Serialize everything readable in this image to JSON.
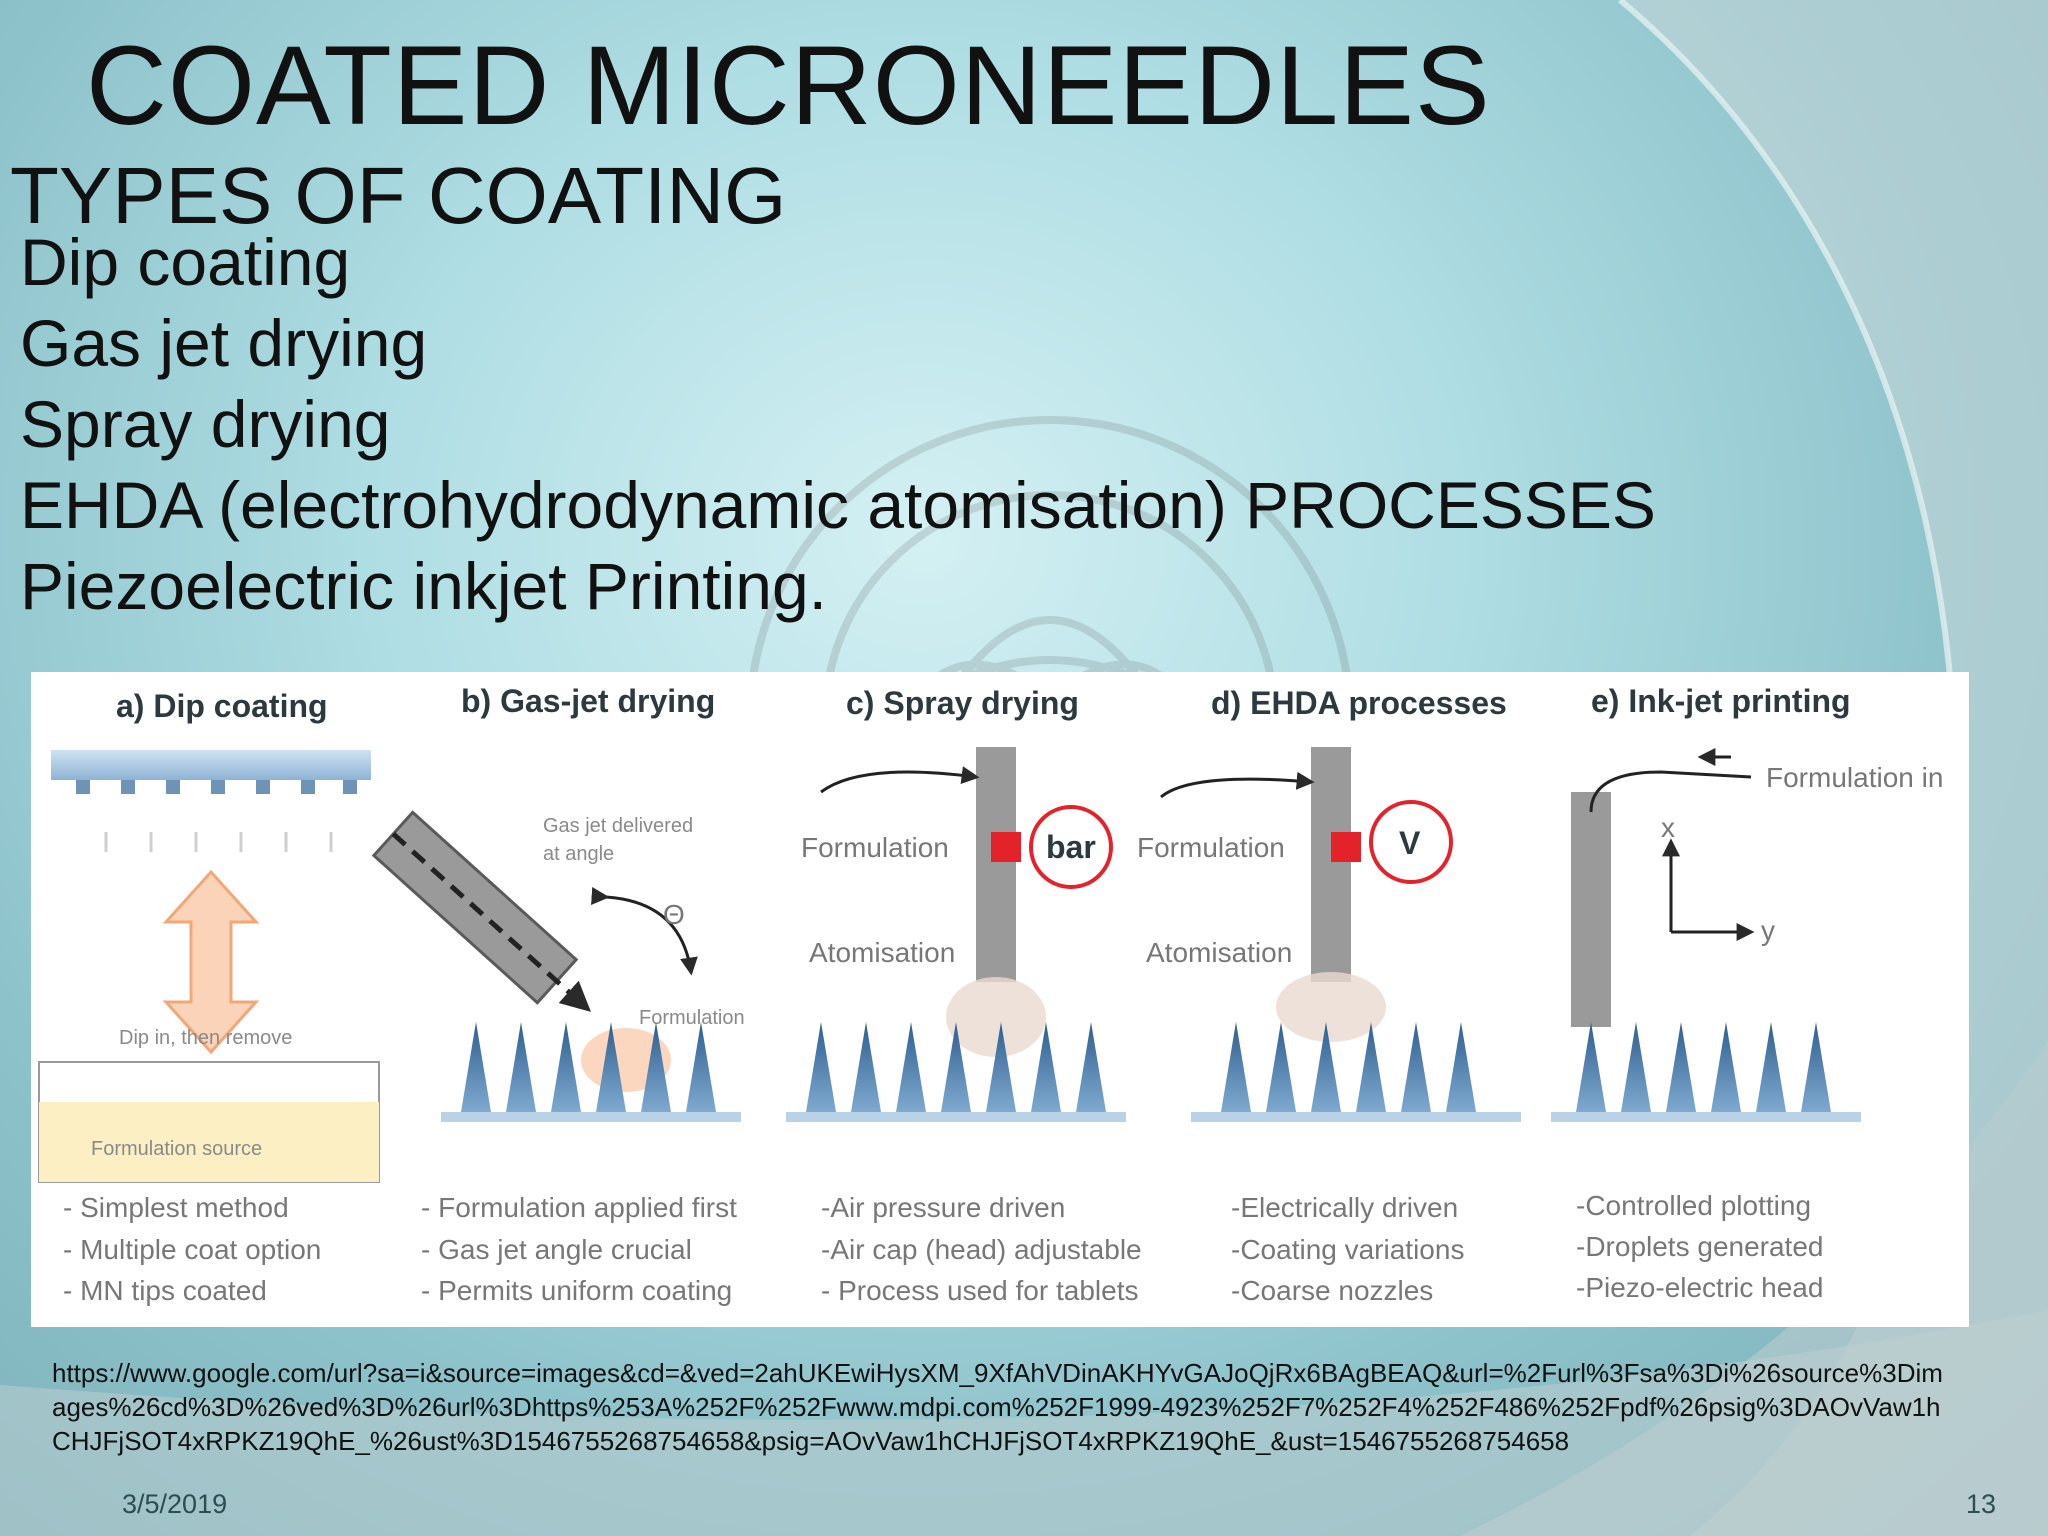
{
  "slide": {
    "title": "COATED MICRONEEDLES",
    "subtitle": "TYPES OF COATING",
    "bullets": [
      "Dip coating",
      "Gas jet drying",
      "Spray drying",
      "EHDA (electrohydrodynamic atomisation) PROCESSES",
      "Piezoelectric inkjet Printing."
    ],
    "source_url": "https://www.google.com/url?sa=i&source=images&cd=&ved=2ahUKEwiHysXM_9XfAhVDinAKHYvGAJoQjRx6BAgBEAQ&url=%2Furl%3Fsa%3Di%26source%3Dimages%26cd%3D%26ved%3D%26url%3Dhttps%253A%252F%252Fwww.mdpi.com%252F1999-4923%252F7%252F4%252F486%252Fpdf%26psig%3DAOvVaw1hCHJFjSOT4xRPKZ19QhE_%26ust%3D1546755268754658&psig=AOvVaw1hCHJFjSOT4xRPKZ19QhE_&ust=1546755268754658",
    "date": "3/5/2019",
    "page_number": "13"
  },
  "figure": {
    "panels": [
      {
        "title": "a) Dip coating",
        "notes": [
          "- Simplest method",
          "- Multiple coat option",
          "- MN tips coated"
        ]
      },
      {
        "title": "b) Gas-jet drying",
        "notes": [
          "- Formulation applied first",
          "- Gas jet angle crucial",
          "- Permits uniform coating"
        ]
      },
      {
        "title": "c) Spray drying",
        "notes": [
          "-Air pressure driven",
          "-Air cap (head) adjustable",
          "- Process used for tablets"
        ]
      },
      {
        "title": "d) EHDA processes",
        "notes": [
          "-Electrically driven",
          "-Coating variations",
          "-Coarse nozzles"
        ]
      },
      {
        "title": "e) Ink-jet printing",
        "notes": [
          "-Controlled plotting",
          "-Droplets generated",
          "-Piezo-electric head"
        ]
      }
    ],
    "labels": {
      "dip_action": "Dip in, then remove",
      "formulation_source": "Formulation source",
      "gas_jet_line1": "Gas jet delivered",
      "gas_jet_line2": "at angle",
      "theta": "Θ",
      "formulation": "Formulation",
      "formulation_spray": "Formulation",
      "formulation_ehda": "Formulation",
      "atomisation_spray": "Atomisation",
      "atomisation_ehda": "Atomisation",
      "gauge_bar": "bar",
      "gauge_v": "V",
      "formulation_in": "Formulation in",
      "axis_x": "x",
      "axis_y": "y"
    }
  }
}
